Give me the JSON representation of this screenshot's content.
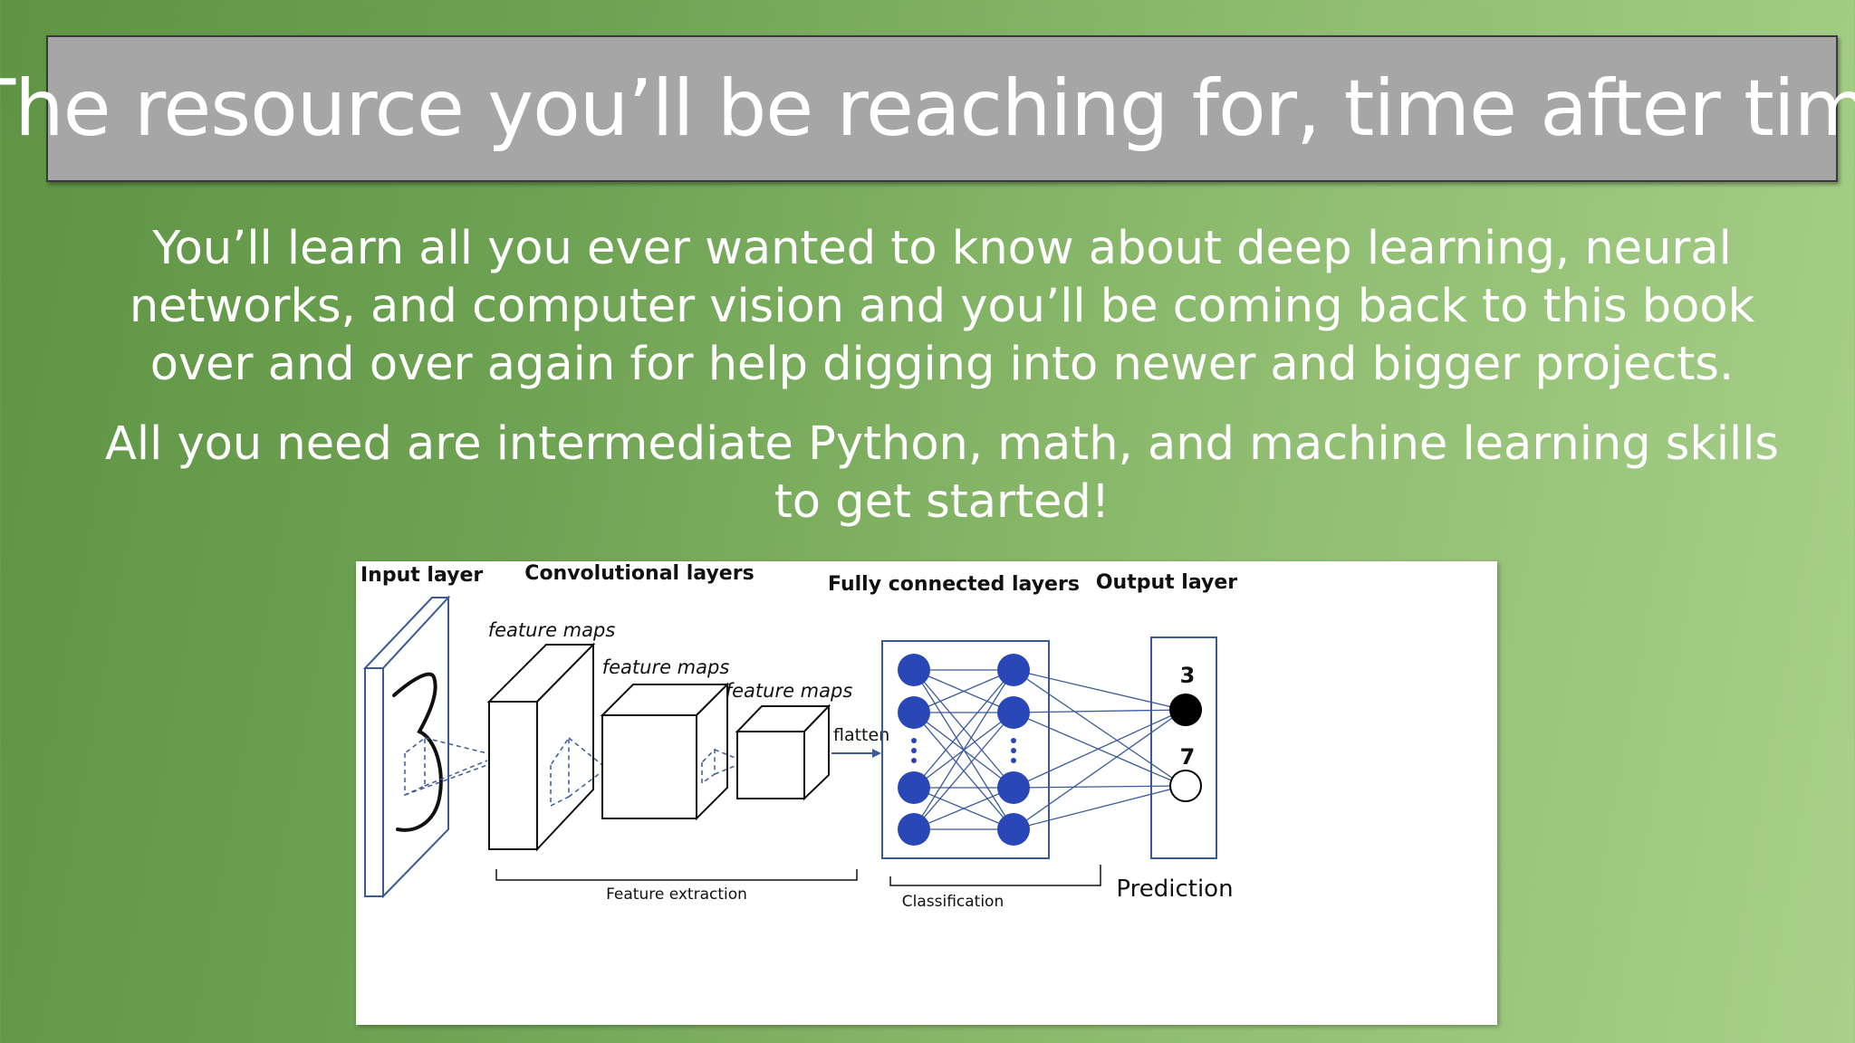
{
  "title": "The resource you’ll be reaching for, time after time",
  "paragraph1": {
    "line1": "You’ll learn all you ever wanted to know about deep learning, neural",
    "line2": "networks, and computer vision and you’ll be coming back to this book",
    "line3": "over and over again for help digging into newer and bigger projects."
  },
  "paragraph2": {
    "line1": "All you need are intermediate Python, math, and machine learning skills",
    "line2": "to get started!"
  },
  "diagram": {
    "input_layer": "Input layer",
    "conv_layers": "Convolutional layers",
    "fc_layers": "Fully connected layers",
    "output_layer": "Output layer",
    "feature_maps_1": "feature maps",
    "feature_maps_2": "feature maps",
    "feature_maps_3": "feature maps",
    "flatten": "flatten",
    "out_top": "3",
    "out_bottom": "7",
    "feature_extraction": "Feature extraction",
    "classification": "Classification",
    "prediction": "Prediction",
    "colors": {
      "node": "#2a47b8",
      "line": "#3a5a9a"
    }
  }
}
